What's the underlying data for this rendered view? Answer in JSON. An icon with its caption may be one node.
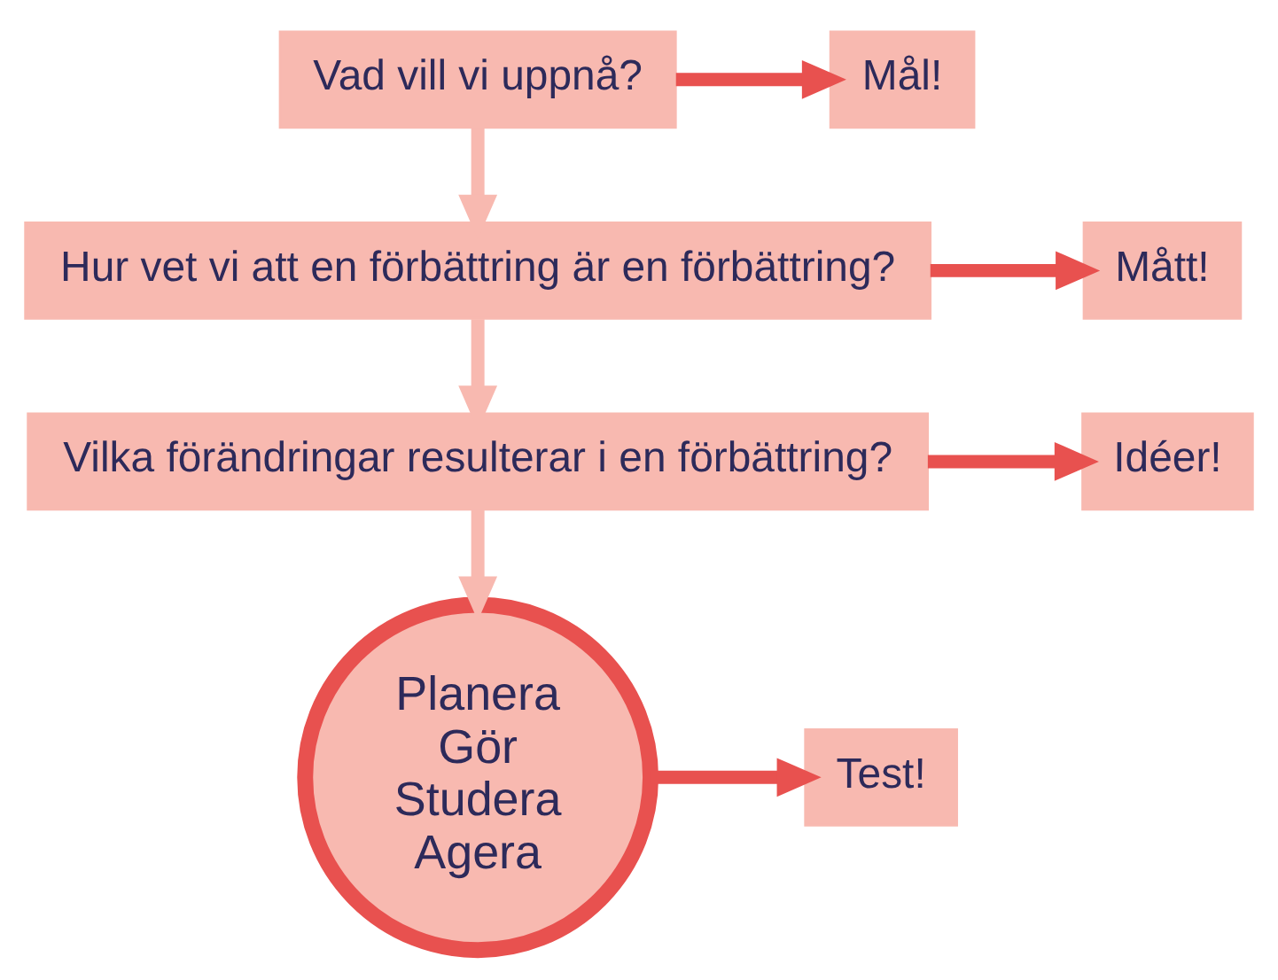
{
  "diagram": {
    "nodes": [
      {
        "text": [
          "Vad vill vi uppnå?"
        ]
      },
      {
        "text": [
          "Mål!"
        ]
      },
      {
        "text": [
          "Hur vet vi att en förbättring är en förbättring?"
        ]
      },
      {
        "text": [
          "Mått!"
        ]
      },
      {
        "text": [
          "Vilka förändringar resulterar i en förbättring?"
        ]
      },
      {
        "text": [
          "Idéer!"
        ]
      },
      {
        "text": [
          "Planera",
          "Gör",
          "Studera",
          "Agera"
        ]
      },
      {
        "text": [
          "Test!"
        ]
      }
    ],
    "edges": [
      {
        "from": 0,
        "to": 1,
        "arrow": "to"
      },
      {
        "from": 0,
        "to": 2,
        "arrow": "to",
        "color": "#f8b9b0"
      },
      {
        "from": 2,
        "to": 3,
        "arrow": "to"
      },
      {
        "from": 2,
        "to": 4,
        "arrow": "to",
        "color": "#f8b9b0"
      },
      {
        "from": 4,
        "to": 5,
        "arrow": "to"
      },
      {
        "from": 4,
        "to": 6,
        "arrow": "to",
        "color": "#f8b9b0"
      },
      {
        "from": 6,
        "to": 7,
        "arrow": "to"
      }
    ]
  }
}
